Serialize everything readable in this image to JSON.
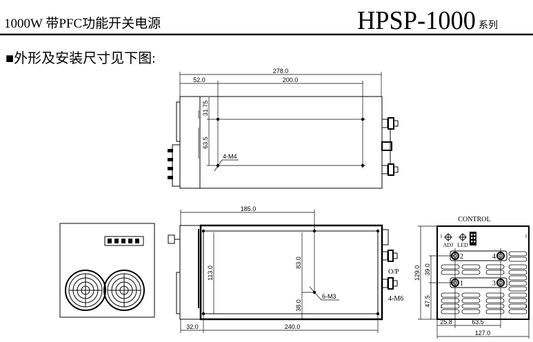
{
  "header": {
    "subtitle": "1000W 带PFC功能开关电源",
    "model": "HPSP-1000",
    "series_suffix": "系列"
  },
  "section_title": "■外形及安装尺寸见下图:",
  "top_view": {
    "dim_total_length": "278.0",
    "dim_offset": "52.0",
    "dim_hole_spacing": "200.0",
    "dim_top_offset": "31.75",
    "dim_hole_vertical": "63.5",
    "hole_label": "4-M4"
  },
  "bottom_view": {
    "dim_185": "185.0",
    "dim_height": "113.0",
    "dim_83": "83.0",
    "dim_38": "38.0",
    "hole_label": "6-M3",
    "output_label": "O/P",
    "terminal_label": "4-M6",
    "dim_32": "32.0",
    "dim_240": "240.0"
  },
  "end_view": {
    "title": "CONTROL",
    "adj_label": "ADJ",
    "led_label": "LED",
    "terminals": [
      "2",
      "4",
      "1",
      "3"
    ],
    "dim_height": "129.0",
    "dim_39": "39.0",
    "dim_47_5": "47.5",
    "dim_25_8": "25.8",
    "dim_63_5": "63.5",
    "dim_width": "127.0"
  }
}
